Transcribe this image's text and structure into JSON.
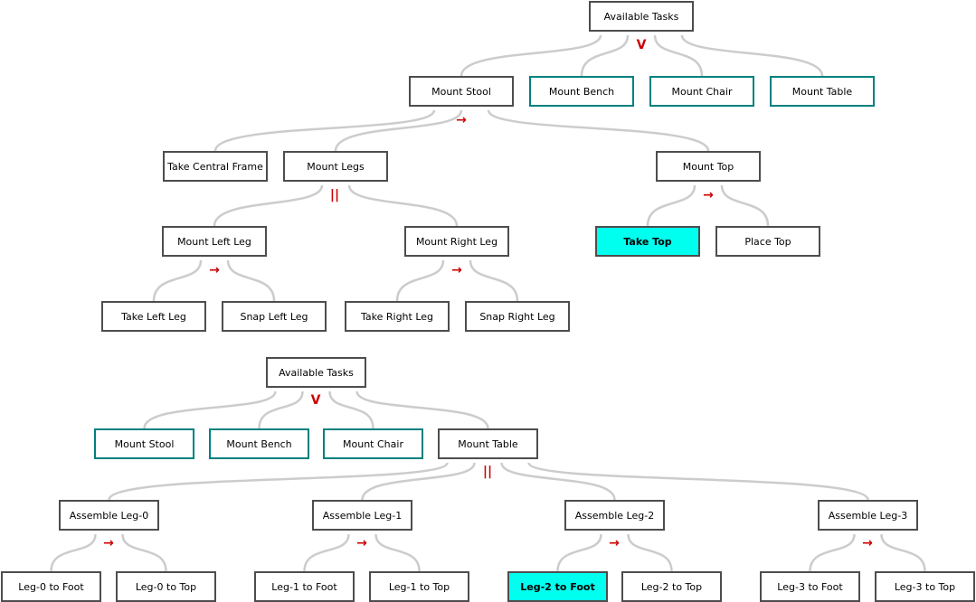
{
  "colors": {
    "node_border": "#4d4d4d",
    "alternative_border": "#00807f",
    "active_fill": "#00ffee",
    "edge": "#cccccc",
    "operator": "#cc0000"
  },
  "trees": [
    {
      "root": {
        "label": "Available Tasks",
        "operator": "V"
      },
      "alternatives": [
        "Mount Stool",
        "Mount Bench",
        "Mount Chair",
        "Mount Table"
      ],
      "expanded": {
        "label": "Mount Stool",
        "operator": "→",
        "children": [
          {
            "label": "Take Central Frame"
          },
          {
            "label": "Mount Legs",
            "operator": "||",
            "children": [
              {
                "label": "Mount Left Leg",
                "operator": "→",
                "children": [
                  {
                    "label": "Take Left Leg"
                  },
                  {
                    "label": "Snap Left Leg"
                  }
                ]
              },
              {
                "label": "Mount Right Leg",
                "operator": "→",
                "children": [
                  {
                    "label": "Take Right Leg"
                  },
                  {
                    "label": "Snap Right Leg"
                  }
                ]
              }
            ]
          },
          {
            "label": "Mount Top",
            "operator": "→",
            "children": [
              {
                "label": "Take Top",
                "active": true
              },
              {
                "label": "Place Top"
              }
            ]
          }
        ]
      }
    },
    {
      "root": {
        "label": "Available Tasks",
        "operator": "V"
      },
      "alternatives": [
        "Mount Stool",
        "Mount Bench",
        "Mount Chair",
        "Mount Table"
      ],
      "expanded": {
        "label": "Mount Table",
        "operator": "||",
        "children": [
          {
            "label": "Assemble Leg-0",
            "operator": "→",
            "children": [
              {
                "label": "Leg-0 to Foot"
              },
              {
                "label": "Leg-0 to Top"
              }
            ]
          },
          {
            "label": "Assemble Leg-1",
            "operator": "→",
            "children": [
              {
                "label": "Leg-1 to Foot"
              },
              {
                "label": "Leg-1 to Top"
              }
            ]
          },
          {
            "label": "Assemble Leg-2",
            "operator": "→",
            "children": [
              {
                "label": "Leg-2 to Foot",
                "active": true
              },
              {
                "label": "Leg-2 to Top"
              }
            ]
          },
          {
            "label": "Assemble Leg-3",
            "operator": "→",
            "children": [
              {
                "label": "Leg-3 to Foot"
              },
              {
                "label": "Leg-3 to Top"
              }
            ]
          }
        ]
      }
    }
  ]
}
